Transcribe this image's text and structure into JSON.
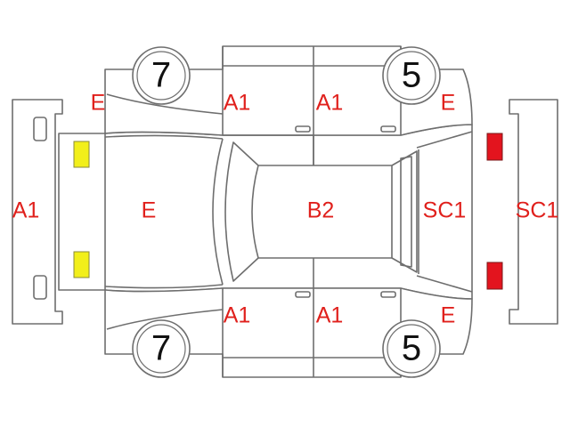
{
  "colors": {
    "code_text": "#e0201c",
    "outline": "#6e6e6e",
    "front_lamp_marker": "#f2ef1a",
    "rear_lamp_marker": "#e3141e"
  },
  "labels": {
    "front_bumper": "A1",
    "hood": "E",
    "roof": "B2",
    "rear_window": "SC1",
    "rear_bumper": "SC1",
    "front_left_fender": "E",
    "front_left_door": "A1",
    "rear_left_door": "A1",
    "rear_left_quarter": "E",
    "front_right_door": "A1",
    "rear_right_door": "A1",
    "rear_right_quarter": "E"
  },
  "tires": {
    "front_left": "7",
    "rear_left": "5",
    "front_right": "7",
    "rear_right": "5"
  },
  "icons": {
    "front_lamps": "yellow-square-marker",
    "rear_lamps": "red-square-marker",
    "tires": "tire-circle"
  }
}
